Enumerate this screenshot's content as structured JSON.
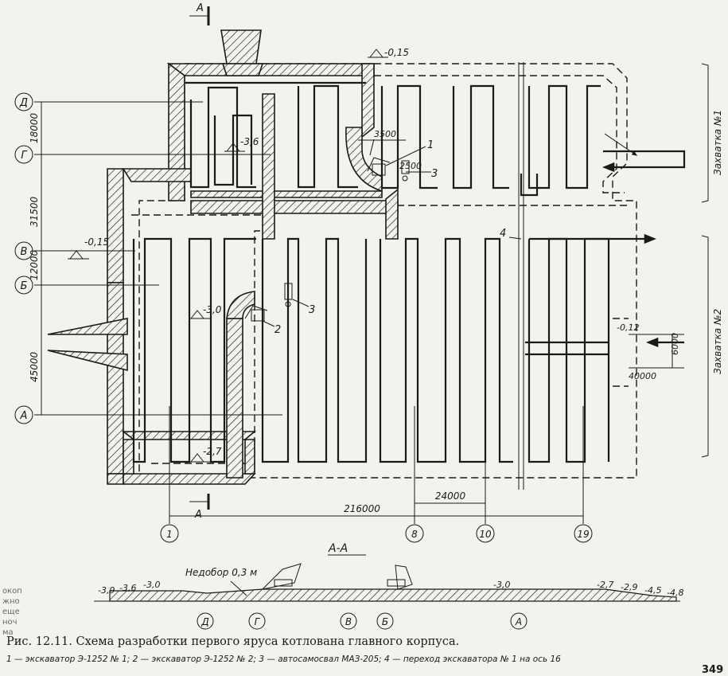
{
  "section_mark": "А",
  "axes_letters": [
    "Д",
    "Г",
    "В",
    "Б",
    "А"
  ],
  "axes_numbers": [
    "1",
    "8",
    "10",
    "19"
  ],
  "dim_vertical": [
    "18000",
    "31500",
    "12000",
    "45000"
  ],
  "dim_216": "216000",
  "dim_24": "24000",
  "dim_3500": "3500",
  "dim_2500": "2500",
  "dim_40000": "40000",
  "dim_6000": "6000",
  "dim_012": "-0,12",
  "elev_015a": "-0,15",
  "elev_015b": "-0,15",
  "elev_36": "-3,6",
  "elev_30": "-3,0",
  "elev_27": "-2,7",
  "labels": {
    "l1": "1",
    "l2": "2",
    "l3a": "3",
    "l3b": "3",
    "l4": "4"
  },
  "zahvatka1": "Захватка №1",
  "zahvatka2": "Захватка №2",
  "section_title": "А-А",
  "nedobor": "Недобор 0,3 м",
  "sec_elevs": [
    "-3,9",
    "-3,6",
    "-3,0",
    "-3,0",
    "-2,7",
    "-2,9",
    "-4,5",
    "-4,8"
  ],
  "sec_axes": [
    "Д",
    "Г",
    "В",
    "Б",
    "А"
  ],
  "side_text": [
    "окоп",
    "жно",
    "еще",
    "ноч",
    "ма"
  ],
  "caption": "Рис. 12.11. Схема разработки первого яруса котлована главного корпуса.",
  "legend": "1 — экскаватор Э-1252 № 1; 2 — экскаватор Э-1252 № 2; 3 — автосамосвал МАЗ-205; 4 — переход экскаватора № 1 на ось 16",
  "page_number": "349"
}
